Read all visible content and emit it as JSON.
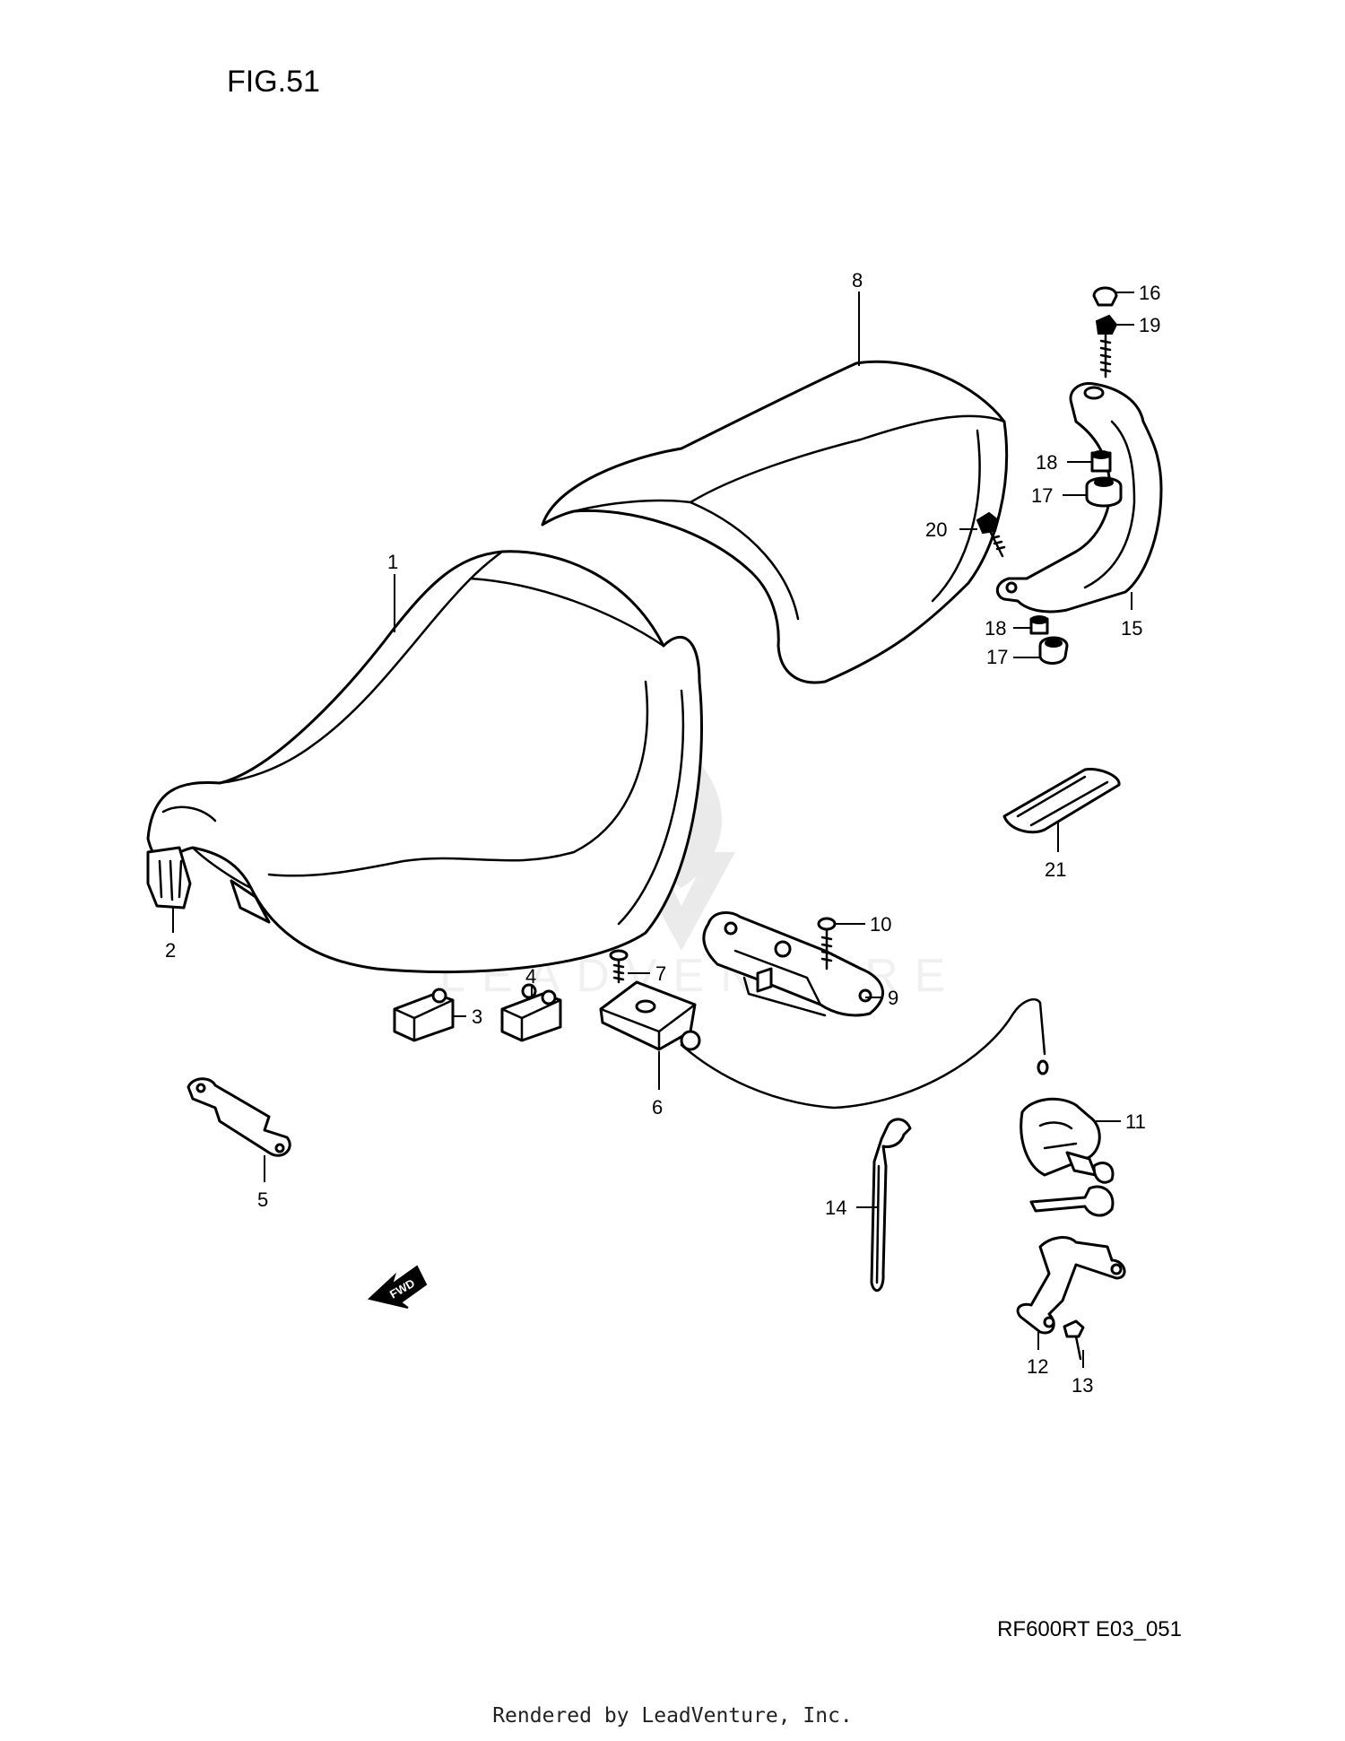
{
  "figure_title": "FIG.51",
  "drawing_code": "RF600RT E03_051",
  "footer": "Rendered by LeadVenture, Inc.",
  "watermark": "LEADVENTURE",
  "fwd_label": "FWD",
  "callouts": {
    "c1": "1",
    "c2": "2",
    "c3": "3",
    "c4": "4",
    "c5": "5",
    "c6": "6",
    "c7": "7",
    "c8": "8",
    "c9": "9",
    "c10": "10",
    "c11": "11",
    "c12": "12",
    "c13": "13",
    "c14": "14",
    "c15": "15",
    "c16": "16",
    "c17a": "17",
    "c17b": "17",
    "c18a": "18",
    "c18b": "18",
    "c19": "19",
    "c20": "20",
    "c21": "21"
  }
}
